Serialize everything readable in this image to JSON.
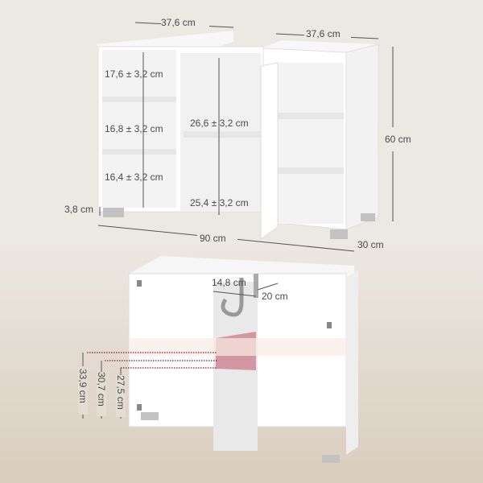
{
  "colors": {
    "background": "#ece8e2",
    "cabinet": "#ffffff",
    "shelf_edge": "#e4e4e4",
    "highlight": "#c97b89",
    "leg": "#b8b8b8"
  },
  "top_view": {
    "width_left_top": "37,6 cm",
    "width_right_top": "37,6 cm",
    "height": "60 cm",
    "width": "90 cm",
    "depth": "30 cm",
    "leg_height": "3,8 cm",
    "shelf_left_1": "17,6 ± 3,2 cm",
    "shelf_left_2": "16,8 ± 3,2 cm",
    "shelf_left_3": "16,4 ± 3,2 cm",
    "center_upper": "26,6 ± 3,2 cm",
    "center_lower": "25,4 ± 3,2 cm"
  },
  "bottom_view": {
    "cutout_width": "14,8 cm",
    "cutout_depth": "20 cm",
    "height_1": "33,9 cm",
    "height_2": "30,7 cm",
    "height_3": "27,5 cm"
  }
}
